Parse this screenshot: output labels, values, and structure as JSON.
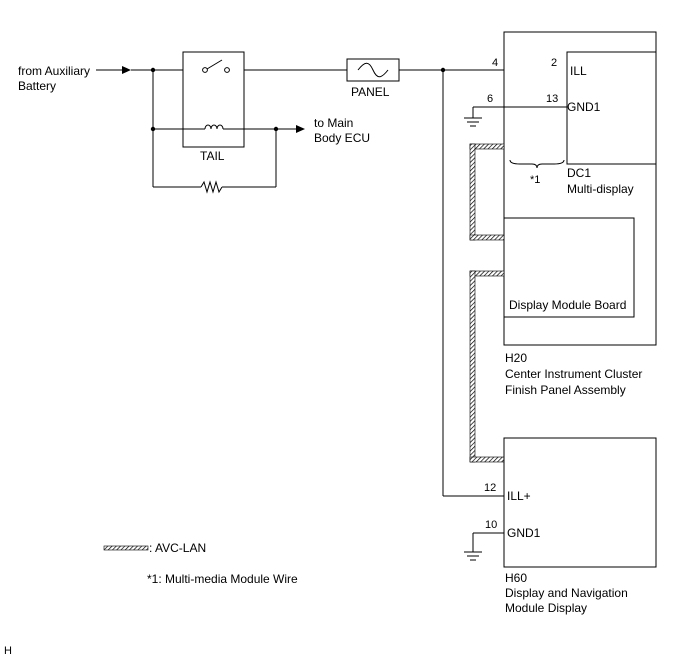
{
  "source": {
    "line1": "from Auxiliary",
    "line2": "Battery"
  },
  "relay": {
    "label": "TAIL"
  },
  "fuse": {
    "label": "PANEL"
  },
  "to_ecu": {
    "line1": "to Main",
    "line2": "Body ECU"
  },
  "dc1": {
    "pins": {
      "ill_outer": "4",
      "ill_inner": "2",
      "gnd_outer": "6",
      "gnd_inner": "13"
    },
    "terminals": {
      "ill": "ILL",
      "gnd": "GND1"
    },
    "wire_note": "*1",
    "name": "DC1",
    "description": "Multi-display"
  },
  "display_module_board": {
    "label": "Display Module Board"
  },
  "h20": {
    "code": "H20",
    "line1": "Center Instrument Cluster",
    "line2": "Finish Panel Assembly"
  },
  "h60": {
    "pins": {
      "ill": "12",
      "gnd": "10"
    },
    "terminals": {
      "ill": "ILL+",
      "gnd": "GND1"
    },
    "code": "H60",
    "line1": "Display and Navigation",
    "line2": "Module Display"
  },
  "legend": {
    "avc_lan": ": AVC-LAN",
    "note1": "*1: Multi-media Module Wire"
  },
  "corner_mark": "H"
}
